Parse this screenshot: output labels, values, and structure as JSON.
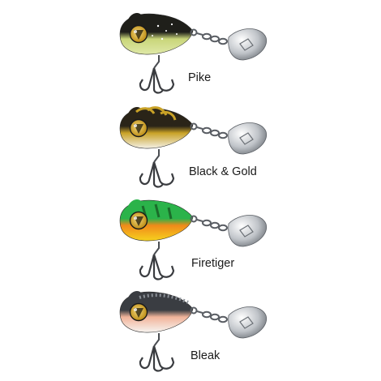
{
  "lures": [
    {
      "label": "Pike",
      "colors": {
        "top": "#1f1f1a",
        "belly": "#dfe8a8",
        "accent": "#c9d67a",
        "eye": "#b8860b"
      }
    },
    {
      "label": "Black & Gold",
      "colors": {
        "top": "#2a2418",
        "belly": "#f4f1e6",
        "accent": "#c9a227",
        "eye": "#b8860b"
      }
    },
    {
      "label": "Firetiger",
      "colors": {
        "top": "#2bb34a",
        "belly": "#f6d21e",
        "accent": "#f08a1a",
        "eye": "#b8860b"
      }
    },
    {
      "label": "Bleak",
      "colors": {
        "top": "#3a3d42",
        "belly": "#f6f4f0",
        "accent": "#f2b49a",
        "eye": "#b8860b"
      }
    }
  ]
}
